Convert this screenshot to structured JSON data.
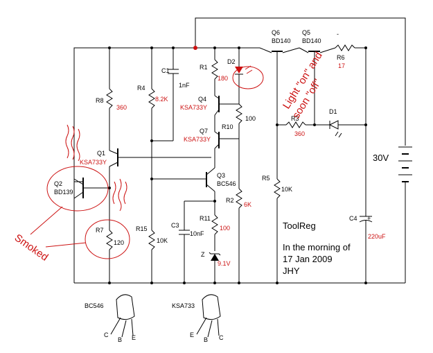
{
  "diagram": {
    "title_note": [
      "ToolReg",
      "In the morning of",
      "17 Jan 2009",
      "JHY"
    ],
    "supply_label": "30V",
    "annotations": {
      "smoked": "Smoked",
      "light_on_off": [
        "Light \"on\" and",
        "soon \"off\""
      ],
      "minus_sign": "-",
      "plus_sign": "+"
    },
    "transistors": {
      "Q1": {
        "ref": "Q1",
        "part": "KSA733Y"
      },
      "Q2": {
        "ref": "Q2",
        "part": "BD139"
      },
      "Q3": {
        "ref": "Q3",
        "part": "BC546"
      },
      "Q4": {
        "ref": "Q4",
        "part": "KSA733Y"
      },
      "Q5": {
        "ref": "Q5",
        "part": "BD140"
      },
      "Q6": {
        "ref": "Q6",
        "part": "BD140"
      },
      "Q7": {
        "ref": "Q7",
        "part": "KSA733Y"
      }
    },
    "resistors": {
      "R1": {
        "ref": "R1",
        "value": "180"
      },
      "R2": {
        "ref": "R2",
        "value": "6K"
      },
      "R3": {
        "ref": "R3",
        "value": "360"
      },
      "R4": {
        "ref": "R4",
        "value": "8.2K"
      },
      "R5": {
        "ref": "R5",
        "value": "10K"
      },
      "R6": {
        "ref": "R6",
        "value": "17"
      },
      "R7": {
        "ref": "R7",
        "value": "120"
      },
      "R8": {
        "ref": "R8",
        "value": "360"
      },
      "R10": {
        "ref": "R10",
        "value": "100"
      },
      "R11": {
        "ref": "R11",
        "value": "100"
      },
      "R15": {
        "ref": "R15",
        "value": "10K"
      }
    },
    "capacitors": {
      "C1": {
        "ref": "C1",
        "value": "1nF"
      },
      "C3": {
        "ref": "C3",
        "value": "10nF"
      },
      "C4": {
        "ref": "C4",
        "value": "220uF"
      }
    },
    "diodes": {
      "D1": {
        "ref": "D1"
      },
      "D2": {
        "ref": "D2"
      },
      "Z": {
        "ref": "Z",
        "value": "9.1V"
      }
    },
    "packages": [
      {
        "name": "BC546",
        "pins": [
          "C",
          "B",
          "E"
        ]
      },
      {
        "name": "KSA733",
        "pins": [
          "E",
          "B",
          "C"
        ]
      }
    ],
    "colors": {
      "ink": "#000000",
      "annotation": "#cc1111",
      "background": "#ffffff"
    }
  }
}
